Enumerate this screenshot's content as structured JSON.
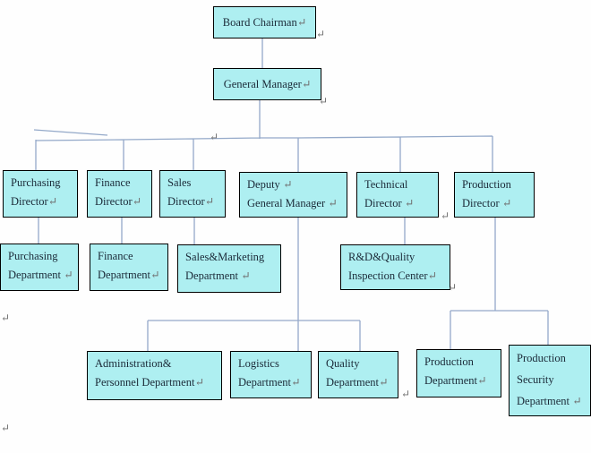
{
  "colors": {
    "box_fill": "#aeeff1",
    "box_border": "#000000",
    "connector": "#94a9c9",
    "text": "#1b2a38",
    "mark": "#707070",
    "background": "#fefefe"
  },
  "paragraph_mark": "↵",
  "nodes": {
    "board_chairman": {
      "lines": [
        {
          "text": "Board Chairman",
          "mark": "↵"
        }
      ]
    },
    "general_manager": {
      "lines": [
        {
          "text": "General Manager",
          "mark": "↵"
        }
      ]
    },
    "purchasing_director": {
      "lines": [
        {
          "text": "Purchasing",
          "mark": ""
        },
        {
          "text": "Director",
          "mark": "↵"
        }
      ]
    },
    "finance_director": {
      "lines": [
        {
          "text": "Finance",
          "mark": ""
        },
        {
          "text": "Director",
          "mark": "↵"
        }
      ]
    },
    "sales_director": {
      "lines": [
        {
          "text": "Sales",
          "mark": ""
        },
        {
          "text": "Director",
          "mark": "↵"
        }
      ]
    },
    "deputy_general_manager": {
      "lines": [
        {
          "text": "Deputy",
          "mark": " ↵"
        },
        {
          "text": "General Manager",
          "mark": " ↵"
        }
      ]
    },
    "technical_director": {
      "lines": [
        {
          "text": "Technical",
          "mark": ""
        },
        {
          "text": "Director",
          "mark": " ↵"
        }
      ]
    },
    "production_director": {
      "lines": [
        {
          "text": "Production",
          "mark": ""
        },
        {
          "text": "Director",
          "mark": " ↵"
        }
      ]
    },
    "purchasing_department": {
      "lines": [
        {
          "text": "Purchasing",
          "mark": ""
        },
        {
          "text": "Department",
          "mark": " ↵"
        }
      ]
    },
    "finance_department": {
      "lines": [
        {
          "text": "Finance",
          "mark": ""
        },
        {
          "text": "Department",
          "mark": "↵"
        }
      ]
    },
    "sales_marketing_department": {
      "lines": [
        {
          "text": "Sales&Marketing",
          "mark": ""
        },
        {
          "text": "Department",
          "mark": " ↵"
        }
      ]
    },
    "rd_quality_inspection_center": {
      "lines": [
        {
          "text": "R&D&Quality",
          "mark": ""
        },
        {
          "text": "Inspection Center",
          "mark": "↵"
        }
      ]
    },
    "administration_personnel_department": {
      "lines": [
        {
          "text": "Administration&",
          "mark": ""
        },
        {
          "text": "Personnel Department",
          "mark": "↵"
        }
      ]
    },
    "logistics_department": {
      "lines": [
        {
          "text": "Logistics",
          "mark": ""
        },
        {
          "text": "Department",
          "mark": "↵"
        }
      ]
    },
    "quality_department": {
      "lines": [
        {
          "text": "Quality",
          "mark": ""
        },
        {
          "text": "Department",
          "mark": "↵"
        }
      ]
    },
    "production_department": {
      "lines": [
        {
          "text": "Production",
          "mark": ""
        },
        {
          "text": "Department",
          "mark": "↵"
        }
      ]
    },
    "production_security_department": {
      "lines": [
        {
          "text": "Production",
          "mark": ""
        },
        {
          "text": "Security",
          "mark": ""
        },
        {
          "text": "Department",
          "mark": " ↵"
        }
      ]
    }
  },
  "hierarchy": [
    {
      "parent": "Board Chairman",
      "children": [
        "General Manager"
      ]
    },
    {
      "parent": "General Manager",
      "children": [
        "Purchasing Director",
        "Finance Director",
        "Sales Director",
        "Deputy General Manager",
        "Technical Director",
        "Production Director"
      ]
    },
    {
      "parent": "Purchasing Director",
      "children": [
        "Purchasing Department"
      ]
    },
    {
      "parent": "Finance Director",
      "children": [
        "Finance Department"
      ]
    },
    {
      "parent": "Sales Director",
      "children": [
        "Sales&Marketing Department"
      ]
    },
    {
      "parent": "Deputy General Manager",
      "children": [
        "Administration& Personnel Department",
        "Logistics Department",
        "Quality Department"
      ]
    },
    {
      "parent": "Technical Director",
      "children": [
        "R&D&Quality Inspection Center"
      ]
    },
    {
      "parent": "Production Director",
      "children": [
        "Production Department",
        "Production Security Department"
      ]
    }
  ]
}
